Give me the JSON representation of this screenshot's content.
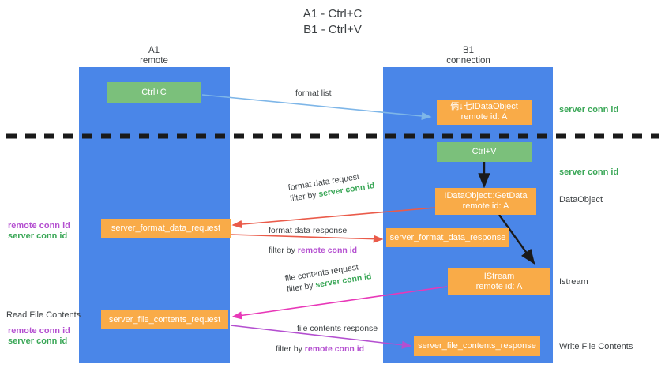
{
  "title": {
    "line1": "A1 - Ctrl+C",
    "line2": "B1 - Ctrl+V"
  },
  "lanes": [
    {
      "name": "A1",
      "sub": "remote"
    },
    {
      "name": "B1",
      "sub": "connection"
    }
  ],
  "nodes": {
    "ctrl_c": "Ctrl+C",
    "ctrl_v": "Ctrl+V",
    "idataobject_line1": "俩↓七IDataObject",
    "idataobject_line2": "remote id: A",
    "getdata_line1": "IDataObject::GetData",
    "getdata_line2": "remote id: A",
    "istream_line1": "IStream",
    "istream_line2": "remote id: A",
    "server_format_data_request": "server_format_data_request",
    "server_format_data_response": "server_format_data_response",
    "server_file_contents_request": "server_file_contents_request",
    "server_file_contents_response": "server_file_contents_response"
  },
  "edges": {
    "format_list": "format list",
    "format_data_request": "format data request",
    "format_data_request_filter_prefix": "filter by ",
    "format_data_request_filter_value": "server conn id",
    "format_data_response": "format data response",
    "format_data_response_filter_prefix": "filter by ",
    "format_data_response_filter_value": "remote conn id",
    "file_contents_request": "file contents request",
    "file_contents_request_filter_prefix": "filter by ",
    "file_contents_request_filter_value": "server conn id",
    "file_contents_response": "file contents response",
    "file_contents_response_filter_prefix": "filter by ",
    "file_contents_response_filter_value": "remote conn id"
  },
  "annotations": {
    "right_server_conn_id_top": "server conn id",
    "right_server_conn_id_mid": "server conn id",
    "right_dataobject": "DataObject",
    "right_istream": "Istream",
    "right_write_file_contents": "Write File Contents",
    "left_read_file_contents": "Read File Contents",
    "left_remote_conn_id_1": "remote conn id",
    "left_server_conn_id_1": "server conn id",
    "left_remote_conn_id_2": "remote conn id",
    "left_server_conn_id_2": "server conn id"
  },
  "colors": {
    "lane": "#4a86e8",
    "orange": "#f9ab48",
    "green_box": "#7bc07b",
    "green_text": "#3aa757",
    "purple_text": "#b44fd0",
    "arrow_blue": "#7eb6e8",
    "arrow_red": "#ea5b4a",
    "arrow_pink": "#e838b8",
    "arrow_purple": "#b44fd0",
    "arrow_black": "#1a1a1a",
    "divider": "#1a1a1a"
  }
}
